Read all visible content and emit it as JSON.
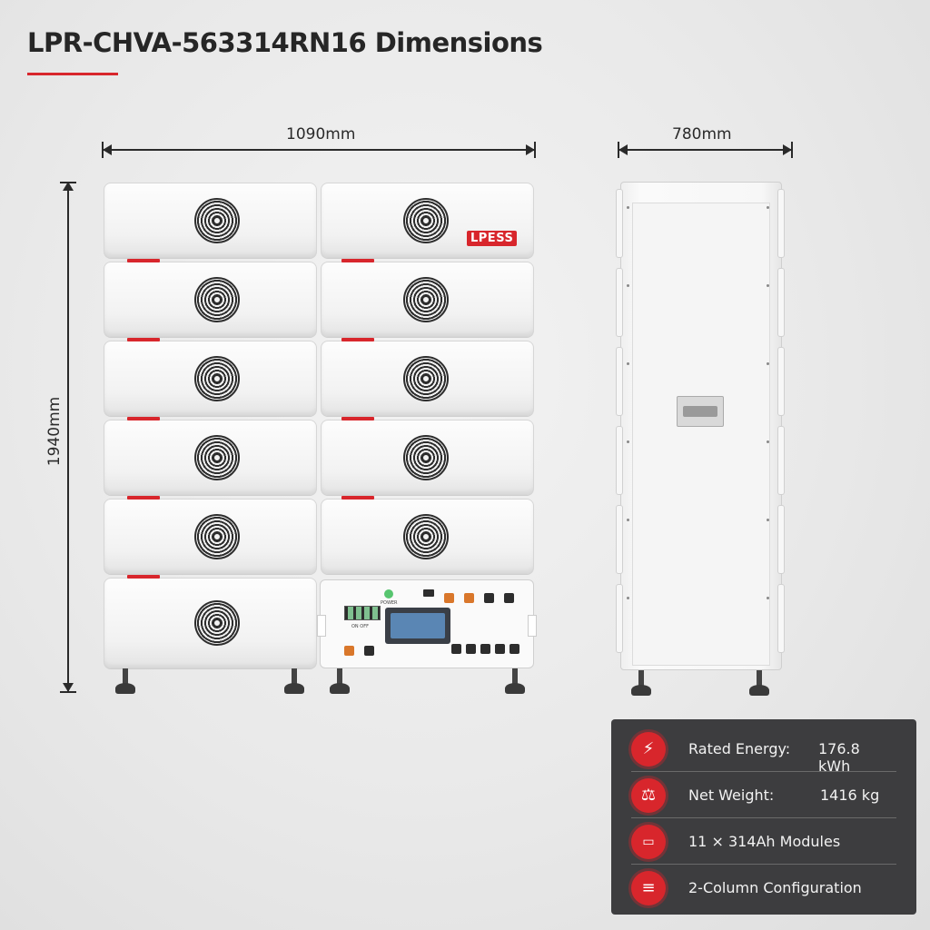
{
  "title": "LPR-CHVA-563314RN16 Dimensions",
  "dimensions": {
    "width_front": "1090mm",
    "depth_side": "780mm",
    "height": "1940mm"
  },
  "front": {
    "logo": "LPESS",
    "switch_labels": {
      "on_off": "ON OFF",
      "power": "POWER"
    }
  },
  "colors": {
    "accent": "#d8262c",
    "panel_bg": "#3d3d3f"
  },
  "specs": [
    {
      "icon": "lightning-icon",
      "label": "Rated Energy:",
      "value": "176.8 kWh"
    },
    {
      "icon": "weight-icon",
      "label": "Net Weight:",
      "value": "1416 kg"
    },
    {
      "icon": "battery-icon",
      "label": "11 × 314Ah Modules",
      "value": ""
    },
    {
      "icon": "stack-icon",
      "label": "2-Column Configuration",
      "value": ""
    }
  ]
}
